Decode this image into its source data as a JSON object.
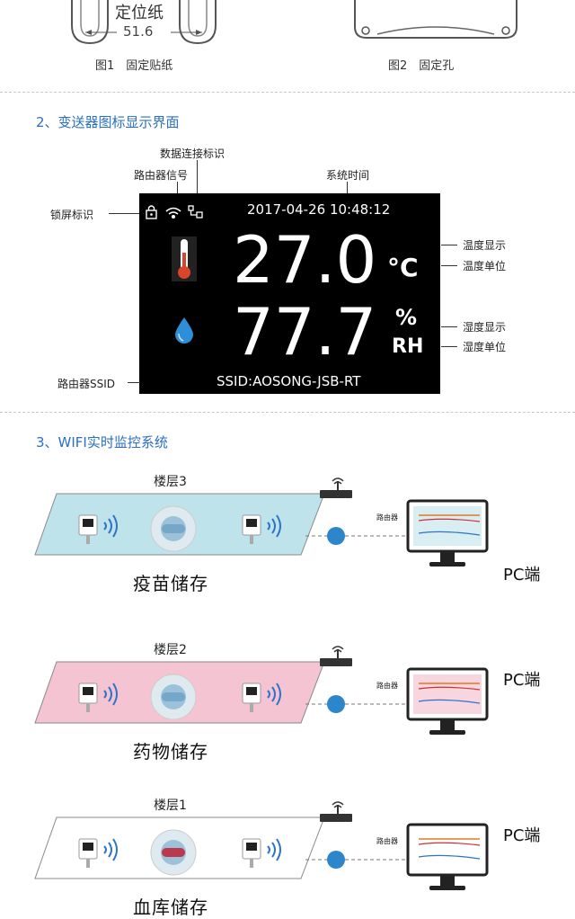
{
  "top": {
    "sticker_text": "定位纸",
    "sticker_dim": "51.6",
    "fig1": "图1　固定贴纸",
    "fig2": "图2　固定孔"
  },
  "section2": {
    "title": "2、变送器图标显示界面"
  },
  "display": {
    "datetime": "2017-04-26  10:48:12",
    "temp": "27.0",
    "temp_unit": "°C",
    "hum": "77.7",
    "hum_unit_top": "%",
    "hum_unit_bottom": "RH",
    "ssid": "SSID:AOSONG-JSB-RT"
  },
  "callouts": {
    "data_link": "数据连接标识",
    "router_signal": "路由器信号",
    "system_time": "系统时间",
    "lock": "锁屏标识",
    "temp_display": "温度显示",
    "temp_unit": "温度单位",
    "hum_display": "湿度显示",
    "hum_unit": "湿度单位",
    "router_ssid": "路由器SSID"
  },
  "section3": {
    "title": "3、WIFI实时监控系统"
  },
  "floors": [
    {
      "label": "楼层3",
      "store": "疫苗储存",
      "router": "路由器",
      "pc": "PC端",
      "color": "#bfe3ea"
    },
    {
      "label": "楼层2",
      "store": "药物储存",
      "router": "路由器",
      "pc": "PC端",
      "color": "#f4c4d3"
    },
    {
      "label": "楼层1",
      "store": "血库储存",
      "router": "路由器",
      "pc": "PC端",
      "color": "#ffffff"
    }
  ]
}
